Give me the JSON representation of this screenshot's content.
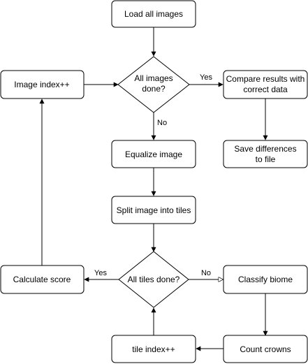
{
  "diagram": {
    "nodes": {
      "load_all_images": "Load all images",
      "all_images_done": [
        "All images",
        "done?"
      ],
      "image_index": "Image index++",
      "compare_results": [
        "Compare results with",
        "correct data"
      ],
      "save_differences": [
        "Save differences",
        "to file"
      ],
      "equalize_image": "Equalize image",
      "split_image": "Split image into tiles",
      "all_tiles_done": "All tiles done?",
      "calculate_score": "Calculate score",
      "classify_biome": "Classify biome",
      "count_crowns": "Count crowns",
      "tile_index": "tile index++"
    },
    "edge_labels": {
      "images_yes": "Yes",
      "images_no": "No",
      "tiles_yes": "Yes",
      "tiles_no": "No"
    }
  }
}
